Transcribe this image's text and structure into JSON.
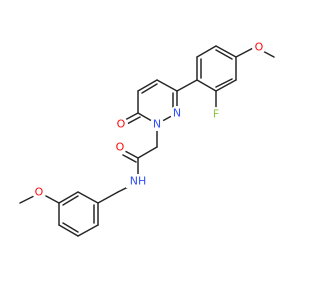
{
  "molecule": {
    "atoms": [
      {
        "id": "O1",
        "label": "O",
        "color": "#ff0d0d"
      },
      {
        "id": "F1",
        "label": "F",
        "color": "#8fc23f"
      },
      {
        "id": "N1",
        "label": "N",
        "color": "#3050f8"
      },
      {
        "id": "N2",
        "label": "N",
        "color": "#3050f8"
      },
      {
        "id": "O2",
        "label": "O",
        "color": "#ff0d0d"
      },
      {
        "id": "O3",
        "label": "O",
        "color": "#ff0d0d"
      },
      {
        "id": "NH",
        "label": "NH",
        "color": "#3050f8"
      },
      {
        "id": "O4",
        "label": "O",
        "color": "#ff0d0d"
      }
    ]
  }
}
